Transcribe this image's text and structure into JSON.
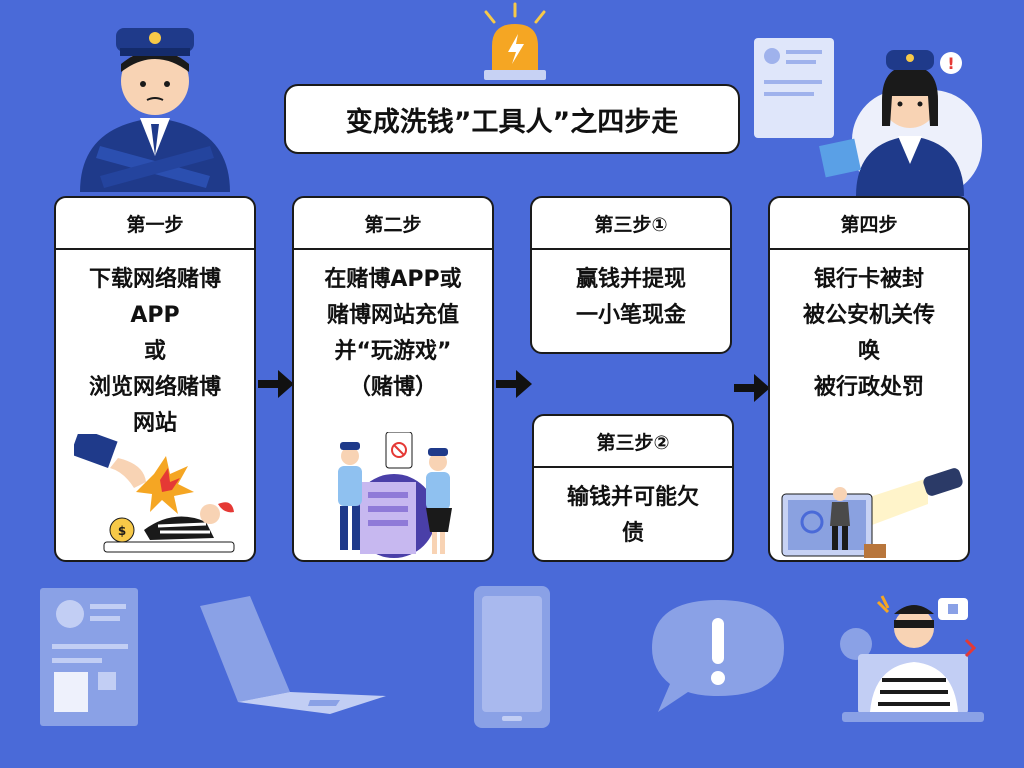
{
  "title": "变成洗钱”工具人”之四步走",
  "steps": [
    {
      "header": "第一步",
      "lines": [
        "下载网络赌博",
        "APP",
        "或",
        "浏览网络赌博",
        "网站"
      ]
    },
    {
      "header": "第二步",
      "lines": [
        "在赌博APP或",
        "赌博网站充值",
        "并“玩游戏”",
        "（赌博）"
      ]
    },
    {
      "header": "第三步①",
      "lines": [
        "赢钱并提现",
        "一小笔现金"
      ]
    },
    {
      "header": "第三步②",
      "lines": [
        "输钱并可能欠",
        "债"
      ]
    },
    {
      "header": "第四步",
      "lines": [
        "银行卡被封",
        "被公安机关传",
        "唤",
        "被行政处罚"
      ]
    }
  ],
  "colors": {
    "background": "#4a6ad8",
    "card": "#ffffff",
    "border": "#1a1a1a",
    "uniform": "#1f3a8a",
    "alarm": "#f5a623"
  }
}
